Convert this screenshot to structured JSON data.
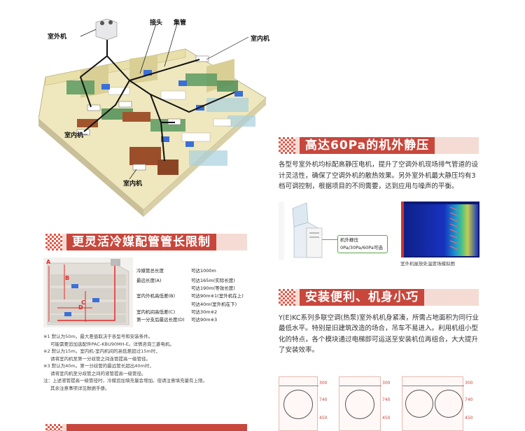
{
  "diagram": {
    "labels": {
      "joint": "接头",
      "header": "集管",
      "outdoor": "室外机",
      "indoor_top": "室内机",
      "indoor_left": "室内机",
      "indoor_bottom": "室内机"
    }
  },
  "static_pressure": {
    "title": "高达60Pa的机外静压",
    "body": "各型号室外机均标配高静压电机，提升了空调外机现场排气管道的设计灵活性，确保了空调外机的散热效果。另外室外机最大静压均有3档可调控制，根据项目的不同需要，达到应用与噪声的平衡。",
    "callout_line1": "机外静压",
    "callout_line2": "0Pa/30Pa/60Pa可选",
    "sim_caption": "室外机屋放处温度场模拟图"
  },
  "piping": {
    "title": "更灵活冷媒配管管长限制",
    "specs": [
      {
        "name": "冷媒管总长度",
        "value": "可达1000m"
      },
      {
        "name": "最远长度(A)",
        "value": "可达165m(实际长度)"
      },
      {
        "name": "",
        "value": "可达190m(等效长度)"
      },
      {
        "name": "室内外机高低差(B)",
        "value": "可达90m※1(室外机在上)"
      },
      {
        "name": "",
        "value": "可达40m(室外机在下)"
      },
      {
        "name": "室内机间高低差(C)",
        "value": "可达30m※2"
      },
      {
        "name": "第一分支后最远长度(D)",
        "value": "可达90m※3"
      }
    ],
    "notes": [
      "※1 默认为50m。最大差值取决于各型号和安装条件。",
      "可能需要追加选配件PAC-KBU90MH-E。详情咨询三菱电机。",
      "※2 默认为15m。室内机-室内机间的高低差超过15m时，",
      "请将室内机至第一分歧管之间连管提高一级管径。",
      "※3 默认为40m。第一分歧管的最远管长超出40m时，",
      "请将室内机至分歧管之间的液管提高一级管径。",
      "注：上述液管提高一级管径时，冷媒追加填充量会增加。但请注意填充量有上限。",
      "其余注意事项详见数据手册。"
    ],
    "letters": {
      "a": "A",
      "b": "B",
      "c": "C",
      "d": "D"
    }
  },
  "install": {
    "title": "安装便利、机身小巧",
    "body": "Y(E)KC系列多联空调(热泵)室外机机身紧凑，所需占地面积为同行业最低水平。特别是旧建筑改造的场合，吊车不易进入。利用机组小型化的特点，各个模块通过电梯即可运送至安装机位再组合，大大提升了安装效率。",
    "dims": [
      "300",
      "740",
      "450"
    ]
  },
  "colors": {
    "accent": "#c8473c",
    "banner_bg": "#f4dcd4",
    "callout_border": "#5aa548",
    "floor": "#ece4b6"
  }
}
